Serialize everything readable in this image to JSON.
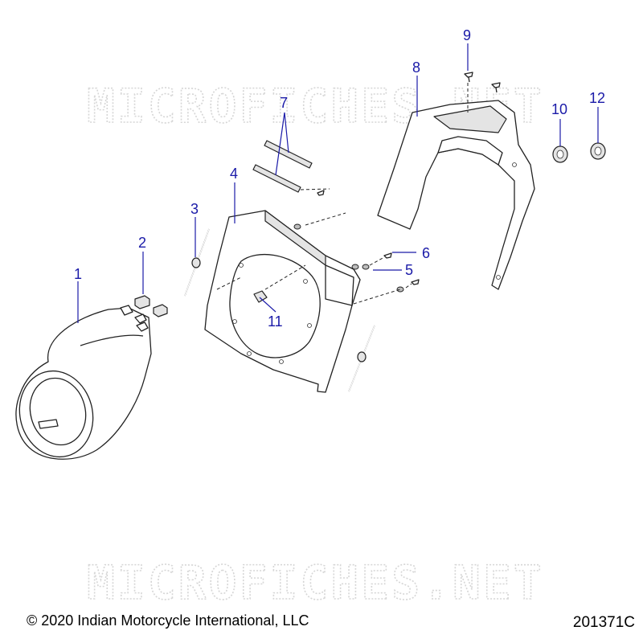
{
  "watermark": {
    "text": "MICROFICHES.NET"
  },
  "callouts": [
    {
      "id": "1",
      "label": "1"
    },
    {
      "id": "2",
      "label": "2"
    },
    {
      "id": "3",
      "label": "3"
    },
    {
      "id": "4",
      "label": "4"
    },
    {
      "id": "5",
      "label": "5"
    },
    {
      "id": "6",
      "label": "6"
    },
    {
      "id": "7",
      "label": "7"
    },
    {
      "id": "8",
      "label": "8"
    },
    {
      "id": "9",
      "label": "9"
    },
    {
      "id": "10",
      "label": "10"
    },
    {
      "id": "11",
      "label": "11"
    },
    {
      "id": "12",
      "label": "12"
    }
  ],
  "footer": {
    "copyright": "© 2020 Indian Motorcycle International, LLC",
    "drawing_number": "201371C"
  },
  "colors": {
    "callout": "#1a1aa8",
    "watermark": "#d6d6d6",
    "line": "#222222"
  }
}
